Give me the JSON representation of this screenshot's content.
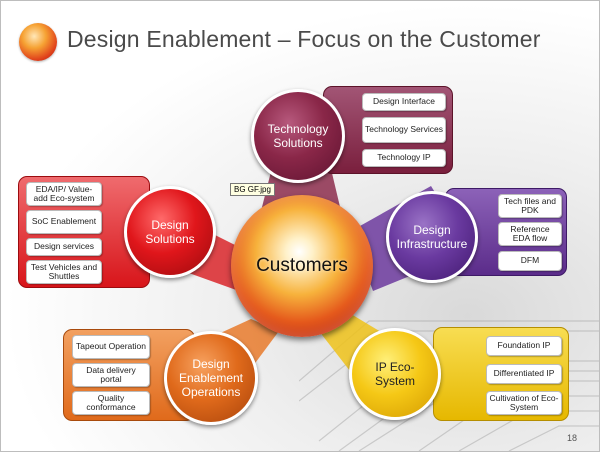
{
  "header": {
    "title": "Design Enablement – Focus on the Customer"
  },
  "footer": {
    "page_number": "18"
  },
  "tooltip": {
    "text": "BG GF.jpg"
  },
  "center": {
    "label": "Customers"
  },
  "colors": {
    "technology": "#7a1f3d",
    "infrastructure": "#5b2c8a",
    "ip": "#f1c20a",
    "operations": "#e06a1b",
    "design": "#d8151a"
  },
  "nodes": {
    "technology_solutions": {
      "label_lines": [
        "Technology",
        "Solutions"
      ],
      "items": [
        "Design Interface",
        "Technology Services",
        "Technology IP"
      ]
    },
    "design_infrastructure": {
      "label_lines": [
        "Design",
        "Infrastructure"
      ],
      "items": [
        "Tech files and PDK",
        "Reference EDA flow",
        "DFM"
      ]
    },
    "ip_ecosystem": {
      "label_lines": [
        "IP Eco-",
        "System"
      ],
      "items": [
        "Foundation IP",
        "Differentiated IP",
        "Cultivation of Eco-System"
      ]
    },
    "design_enablement_operations": {
      "label_lines": [
        "Design",
        "Enablement",
        "Operations"
      ],
      "items": [
        "Tapeout Operation",
        "Data delivery portal",
        "Quality conformance"
      ]
    },
    "design_solutions": {
      "label_lines": [
        "Design",
        "Solutions"
      ],
      "items": [
        "EDA/IP/ Value-add Eco-system",
        "SoC Enablement",
        "Design services",
        "Test Vehicles and Shuttles"
      ]
    }
  }
}
